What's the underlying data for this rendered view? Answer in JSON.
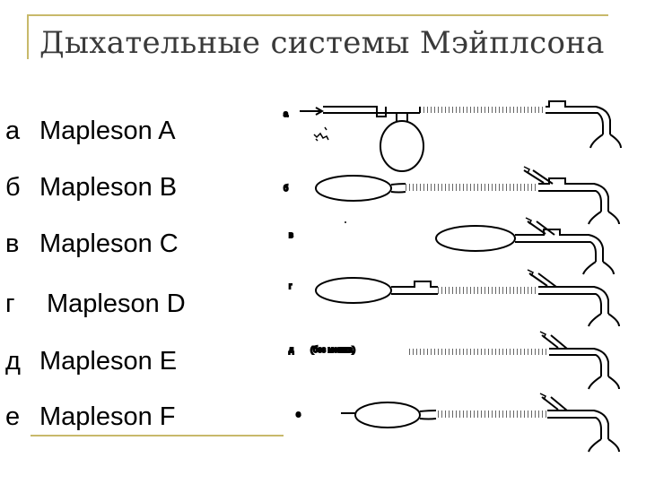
{
  "slide": {
    "title": "Дыхательные системы Мэйплсона",
    "items": [
      {
        "letter": "а",
        "name": "Mapleson A"
      },
      {
        "letter": "б",
        "name": "Mapleson B"
      },
      {
        "letter": "в",
        "name": "Mapleson C"
      },
      {
        "letter": "г",
        "name": "Mapleson D"
      },
      {
        "letter": "д",
        "name": "Mapleson E"
      },
      {
        "letter": "е",
        "name": "Mapleson F"
      }
    ]
  },
  "diagram": {
    "labels": [
      "а",
      "б",
      "в",
      "г",
      "д",
      "(без мешка)",
      "е"
    ]
  },
  "colors": {
    "accent_rule": "#c8b96a",
    "title_text": "#3a3a3a"
  }
}
